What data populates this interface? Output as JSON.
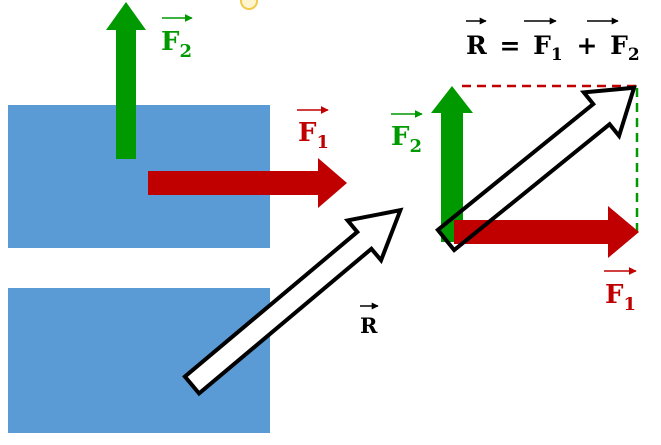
{
  "colors": {
    "block": "#5b9bd5",
    "f1": "#c00000",
    "f2": "#009900",
    "resultant": "#000000",
    "note_circle": "#f2c94c"
  },
  "left_figure": {
    "f2_label": {
      "vector": "F",
      "sub": "2"
    },
    "f1_label": {
      "vector": "F",
      "sub": "1"
    },
    "r_label": {
      "vector": "R"
    }
  },
  "right_figure": {
    "equation": {
      "lhs": "R",
      "equals": "=",
      "term1": {
        "vector": "F",
        "sub": "1"
      },
      "plus": "+",
      "term2": {
        "vector": "F",
        "sub": "2"
      }
    },
    "f2_label": {
      "vector": "F",
      "sub": "2"
    },
    "f1_label": {
      "vector": "F",
      "sub": "1"
    }
  }
}
